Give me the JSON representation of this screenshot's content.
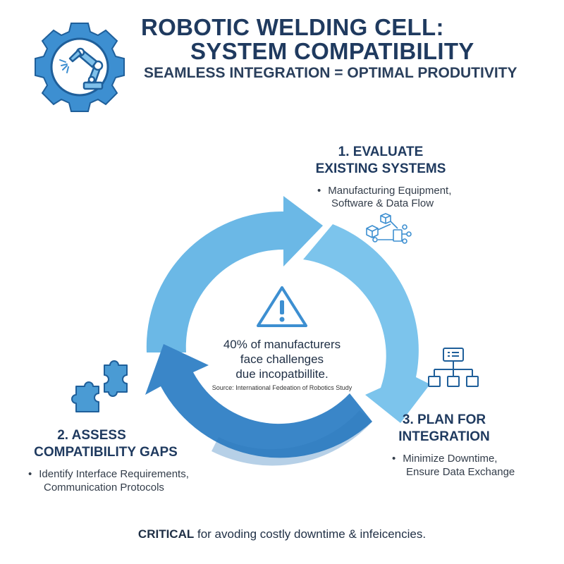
{
  "header": {
    "title_line1": "ROBOTIC WELDING CELL:",
    "title_line2": "SYSTEM COMPATIBILITY",
    "subtitle": "SEAMLESS INTEGRATION = OPTIMAL PRODUTIVITY"
  },
  "steps": [
    {
      "title_line1": "1. EVALUATE",
      "title_line2": "EXISTING SYSTEMS",
      "bullet_line1": "Manufacturing Equipment,",
      "bullet_line2": "Software & Data Flow",
      "icon": "network-icon"
    },
    {
      "title_line1": "2. ASSESS",
      "title_line2": "COMPATIBILITY GAPS",
      "bullet_line1": "Identify Interface Requirements,",
      "bullet_line2": "Communication Protocols",
      "icon": "puzzle-icon"
    },
    {
      "title_line1": "3. PLAN FOR",
      "title_line2": "INTEGRATION",
      "bullet_line1": "Minimize Downtime,",
      "bullet_line2": "Ensure Data Exchange",
      "icon": "hierarchy-icon"
    }
  ],
  "center": {
    "icon": "warning-icon",
    "stat_line1": "40% of manufacturers",
    "stat_line2": "face challenges",
    "stat_line3": "due incopatbillite.",
    "source": "Source: International Fedeation of Robotics Study"
  },
  "footer": {
    "strong": "CRITICAL",
    "rest": " for avoding costly downtime & infeicencies."
  },
  "colors": {
    "navy": "#1f3a5f",
    "light_blue": "#6bb8e6",
    "mid_blue": "#4a9bd4",
    "dark_blue": "#3a86c8",
    "icon_blue": "#3d8fd1"
  }
}
